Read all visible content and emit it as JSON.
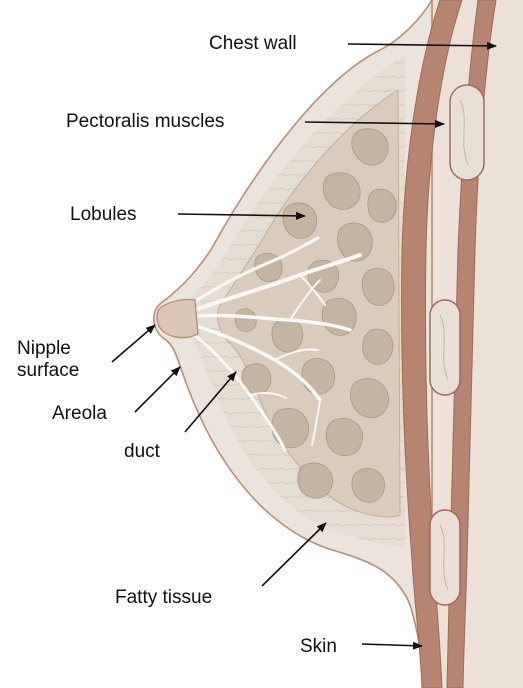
{
  "labels": {
    "chest_wall": "Chest wall",
    "pectoralis_muscles": "Pectoralis muscles",
    "lobules": "Lobules",
    "nipple_line1": "Nipple",
    "nipple_line2": "surface",
    "areola": "Areola",
    "duct": "duct",
    "fatty_tissue": "Fatty tissue",
    "skin": "Skin"
  },
  "colors": {
    "skin_fill": "#ebe4dc",
    "skin_outline": "#b78f7a",
    "fatty_fill": "#e6ddd2",
    "muscle": "#b68470",
    "muscle_dark": "#9c6c58",
    "lobule": "#c4b4a2",
    "duct": "#fbf8f3",
    "body_right": "#ebe1d7"
  }
}
